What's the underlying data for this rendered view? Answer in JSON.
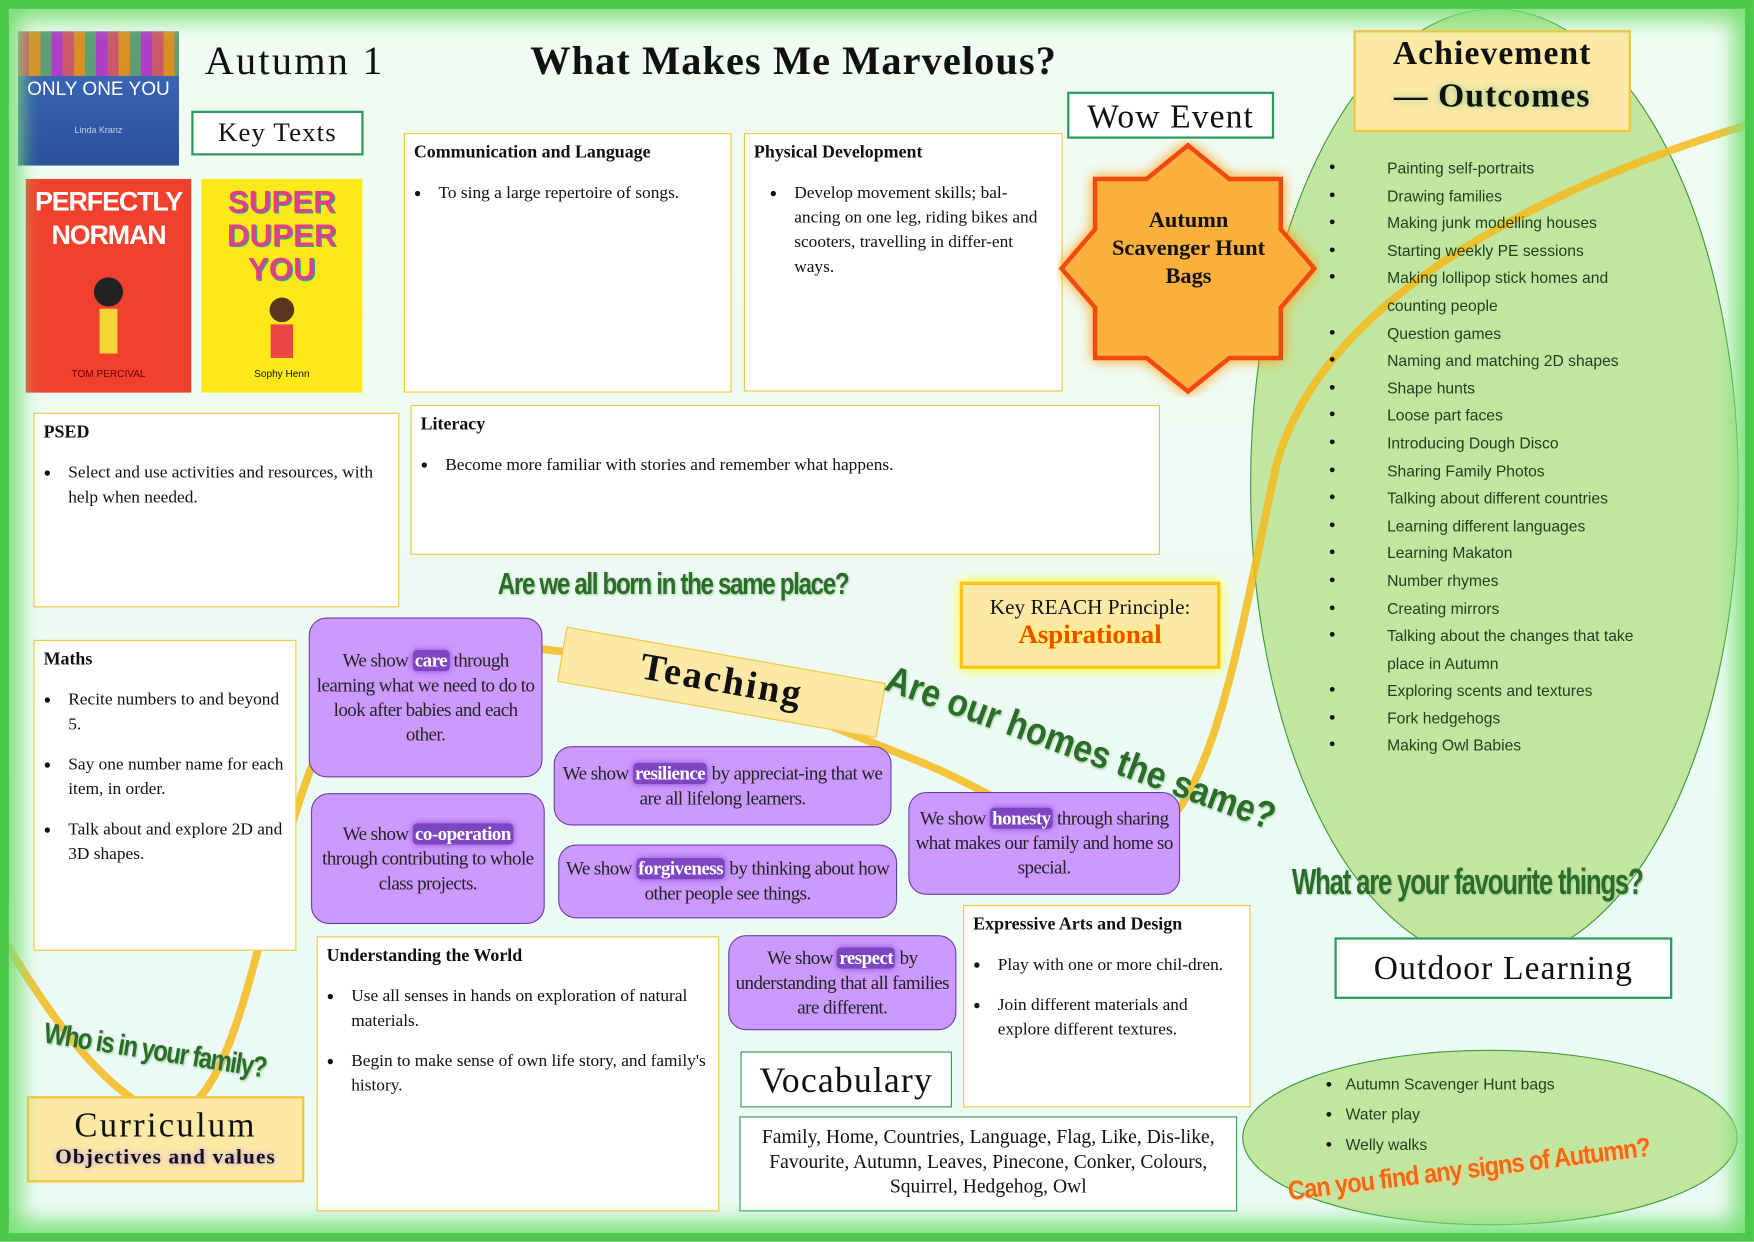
{
  "header": {
    "term": "Autumn 1",
    "title": "What Makes Me Marvelous?"
  },
  "key_texts": {
    "label": "Key Texts",
    "books": [
      "ONLY ONE YOU",
      "PERFECTLY NORMAN",
      "SUPER DUPER YOU"
    ],
    "book_authors": [
      "Linda Kranz",
      "TOM PERCIVAL",
      "Sophy Henn"
    ]
  },
  "areas": {
    "comm": {
      "title": "Communication and Language",
      "items": [
        "To sing a large repertoire of songs."
      ]
    },
    "physical": {
      "title": "Physical Development",
      "items": [
        "Develop movement skills; bal-ancing on one leg, riding bikes and scooters, travelling in differ-ent ways."
      ]
    },
    "psed": {
      "title": "PSED",
      "items": [
        "Select and use activities and resources, with help when needed."
      ]
    },
    "literacy": {
      "title": "Literacy",
      "items": [
        "Become more familiar with stories and remember what happens."
      ]
    },
    "maths": {
      "title": "Maths",
      "items": [
        "Recite numbers to and beyond 5.",
        "Say one number name for each item, in order.",
        "Talk about and explore 2D and 3D shapes."
      ]
    },
    "utw": {
      "title": "Understanding the World",
      "items": [
        "Use all senses in hands on exploration of natural materials.",
        "Begin to make sense of own life story, and family's history."
      ]
    },
    "ead": {
      "title": "Expressive Arts  and Design",
      "items": [
        "Play with one or more chil-dren.",
        "Join different materials and explore different textures."
      ]
    }
  },
  "wow": {
    "label": "Wow Event",
    "event": "Autumn Scavenger Hunt Bags"
  },
  "achievement": {
    "title_line1": "Achievement",
    "title_line2": "— Outcomes",
    "items": [
      "Painting self-portraits",
      "Drawing families",
      "Making junk modelling houses",
      "Starting weekly PE sessions",
      "Making lollipop stick homes and counting people",
      "Question games",
      "Naming and matching 2D shapes",
      "Shape hunts",
      "Loose part faces",
      "Introducing Dough Disco",
      "Sharing Family Photos",
      "Talking about different countries",
      "Learning different languages",
      "Learning Makaton",
      "Number rhymes",
      "Creating mirrors",
      "Talking about the changes that take place in Autumn",
      "Exploring scents and textures",
      "Fork hedgehogs",
      "Making Owl Babies"
    ]
  },
  "questions": [
    "Are we all born in the same place?",
    "Are our homes the same?",
    "What are your favourite things?",
    "Who is in your family?",
    "Can you find any signs of Autumn?"
  ],
  "reach": {
    "label": "Key REACH Principle:",
    "value": "Aspirational"
  },
  "teaching": "Teaching",
  "values": [
    {
      "pre": "We show ",
      "word": "care",
      "post": " through learning what we need to do to look after babies and each other."
    },
    {
      "pre": "We show ",
      "word": "resilience",
      "post": " by appreciat-ing that we are all lifelong learners."
    },
    {
      "pre": "We show ",
      "word": "honesty",
      "post": " through sharing what makes our family and home so special."
    },
    {
      "pre": "We show ",
      "word": "co-operation",
      "post": " through contributing to whole class projects."
    },
    {
      "pre": "We show ",
      "word": "forgiveness",
      "post": " by thinking about how other people see things."
    },
    {
      "pre": "We show ",
      "word": "respect",
      "post": " by understanding that all families are different."
    }
  ],
  "vocabulary": {
    "label": "Vocabulary",
    "words": "Family, Home, Countries, Language, Flag, Like, Dis-like, Favourite, Autumn, Leaves, Pinecone, Conker, Colours, Squirrel, Hedgehog, Owl"
  },
  "outdoor": {
    "label": "Outdoor Learning",
    "items": [
      "Autumn Scavenger Hunt bags",
      "Water play",
      "Welly walks"
    ]
  },
  "curriculum": {
    "line1": "Curriculum",
    "line2": "Objectives and values"
  },
  "colors": {
    "frame": "#4cc94a",
    "value_box": "#cc99ff",
    "area_border": "#f2c53c",
    "ellipse": "#c2e6a0",
    "star": "#fbb040"
  }
}
